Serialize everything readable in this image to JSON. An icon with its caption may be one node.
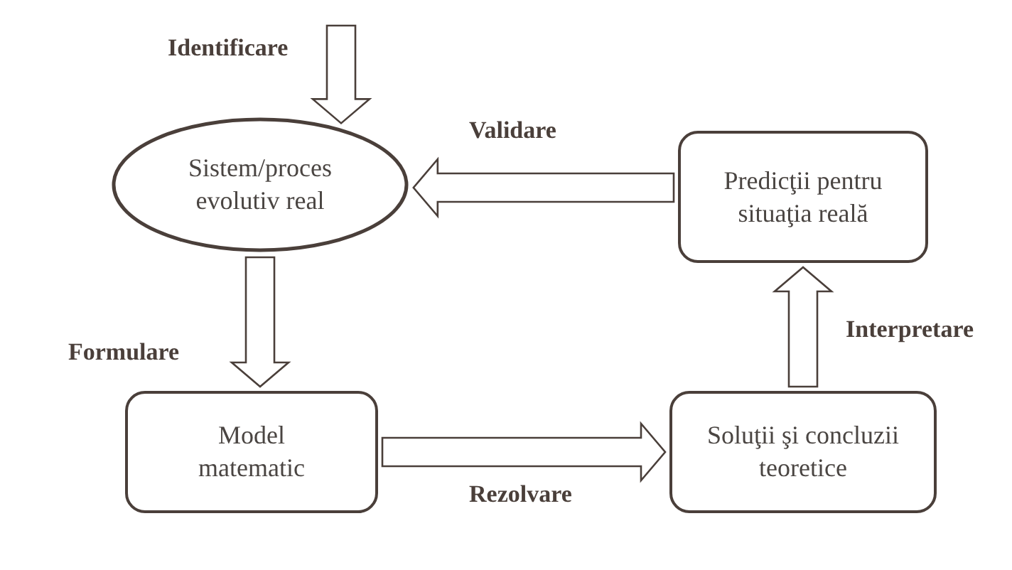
{
  "diagram": {
    "nodes": [
      {
        "text": [
          "Sistem/proces evolutiv real"
        ]
      },
      {
        "text": [
          "Model matematic"
        ]
      },
      {
        "text": [
          "Soluţii şi concluzii teoretice"
        ]
      },
      {
        "text": [
          "Predicţii pentru situaţia reală"
        ]
      }
    ],
    "edges": [
      {
        "from": null,
        "to": 0,
        "arrow": "to",
        "label": "Identificare"
      },
      {
        "from": 0,
        "to": 1,
        "arrow": "to",
        "label": "Formulare"
      },
      {
        "from": 1,
        "to": 2,
        "arrow": "to",
        "label": "Rezolvare"
      },
      {
        "from": 2,
        "to": 3,
        "arrow": "to",
        "label": "Interpretare"
      },
      {
        "from": 3,
        "to": 0,
        "arrow": "to",
        "label": "Validare"
      }
    ]
  }
}
